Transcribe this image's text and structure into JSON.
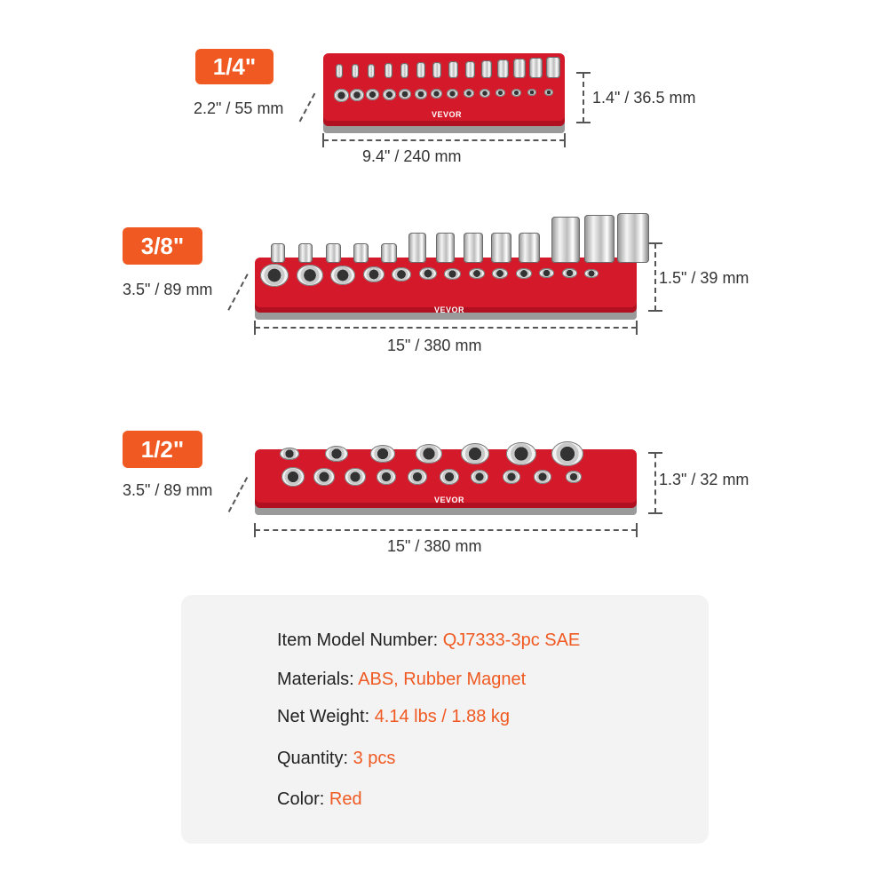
{
  "trays": [
    {
      "badge": "1/4\"",
      "width_dim": "9.4\" / 240 mm",
      "depth_dim": "2.2\" / 55 mm",
      "height_dim": "1.4\" / 36.5 mm",
      "brand": "VEVOR"
    },
    {
      "badge": "3/8\"",
      "width_dim": "15\" / 380 mm",
      "depth_dim": "3.5\" / 89 mm",
      "height_dim": "1.5\" / 39 mm",
      "brand": "VEVOR"
    },
    {
      "badge": "1/2\"",
      "width_dim": "15\" / 380 mm",
      "depth_dim": "3.5\" / 89 mm",
      "height_dim": "1.3\" / 32 mm",
      "brand": "VEVOR"
    }
  ],
  "specs": [
    {
      "label": "Item Model Number:",
      "value": "QJ7333-3pc SAE"
    },
    {
      "label": "Materials:",
      "value": "ABS, Rubber Magnet"
    },
    {
      "label": "Net Weight:",
      "value": "4.14 lbs / 1.88 kg"
    },
    {
      "label": "Quantity:",
      "value": "3 pcs"
    },
    {
      "label": "Color:",
      "value": "Red"
    }
  ],
  "colors": {
    "accent": "#f05a22",
    "tray": "#d41a2a",
    "panel": "#f3f3f3"
  }
}
